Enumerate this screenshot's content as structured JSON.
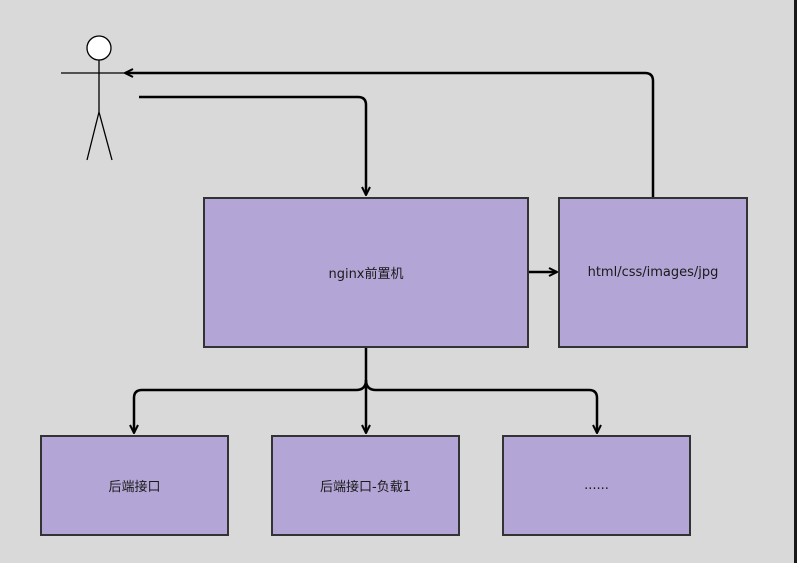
{
  "nodes": {
    "nginx": "nginx前置机",
    "static": "html/css/images/jpg",
    "backend": "后端接口",
    "backend_lb": "后端接口-负载1",
    "more": "......"
  },
  "icons": {
    "user": "stick-figure-actor-icon"
  },
  "colors": {
    "background": "#d9d9d9",
    "box_fill": "#b3a6d6",
    "box_border": "#333333",
    "line": "#000000"
  }
}
